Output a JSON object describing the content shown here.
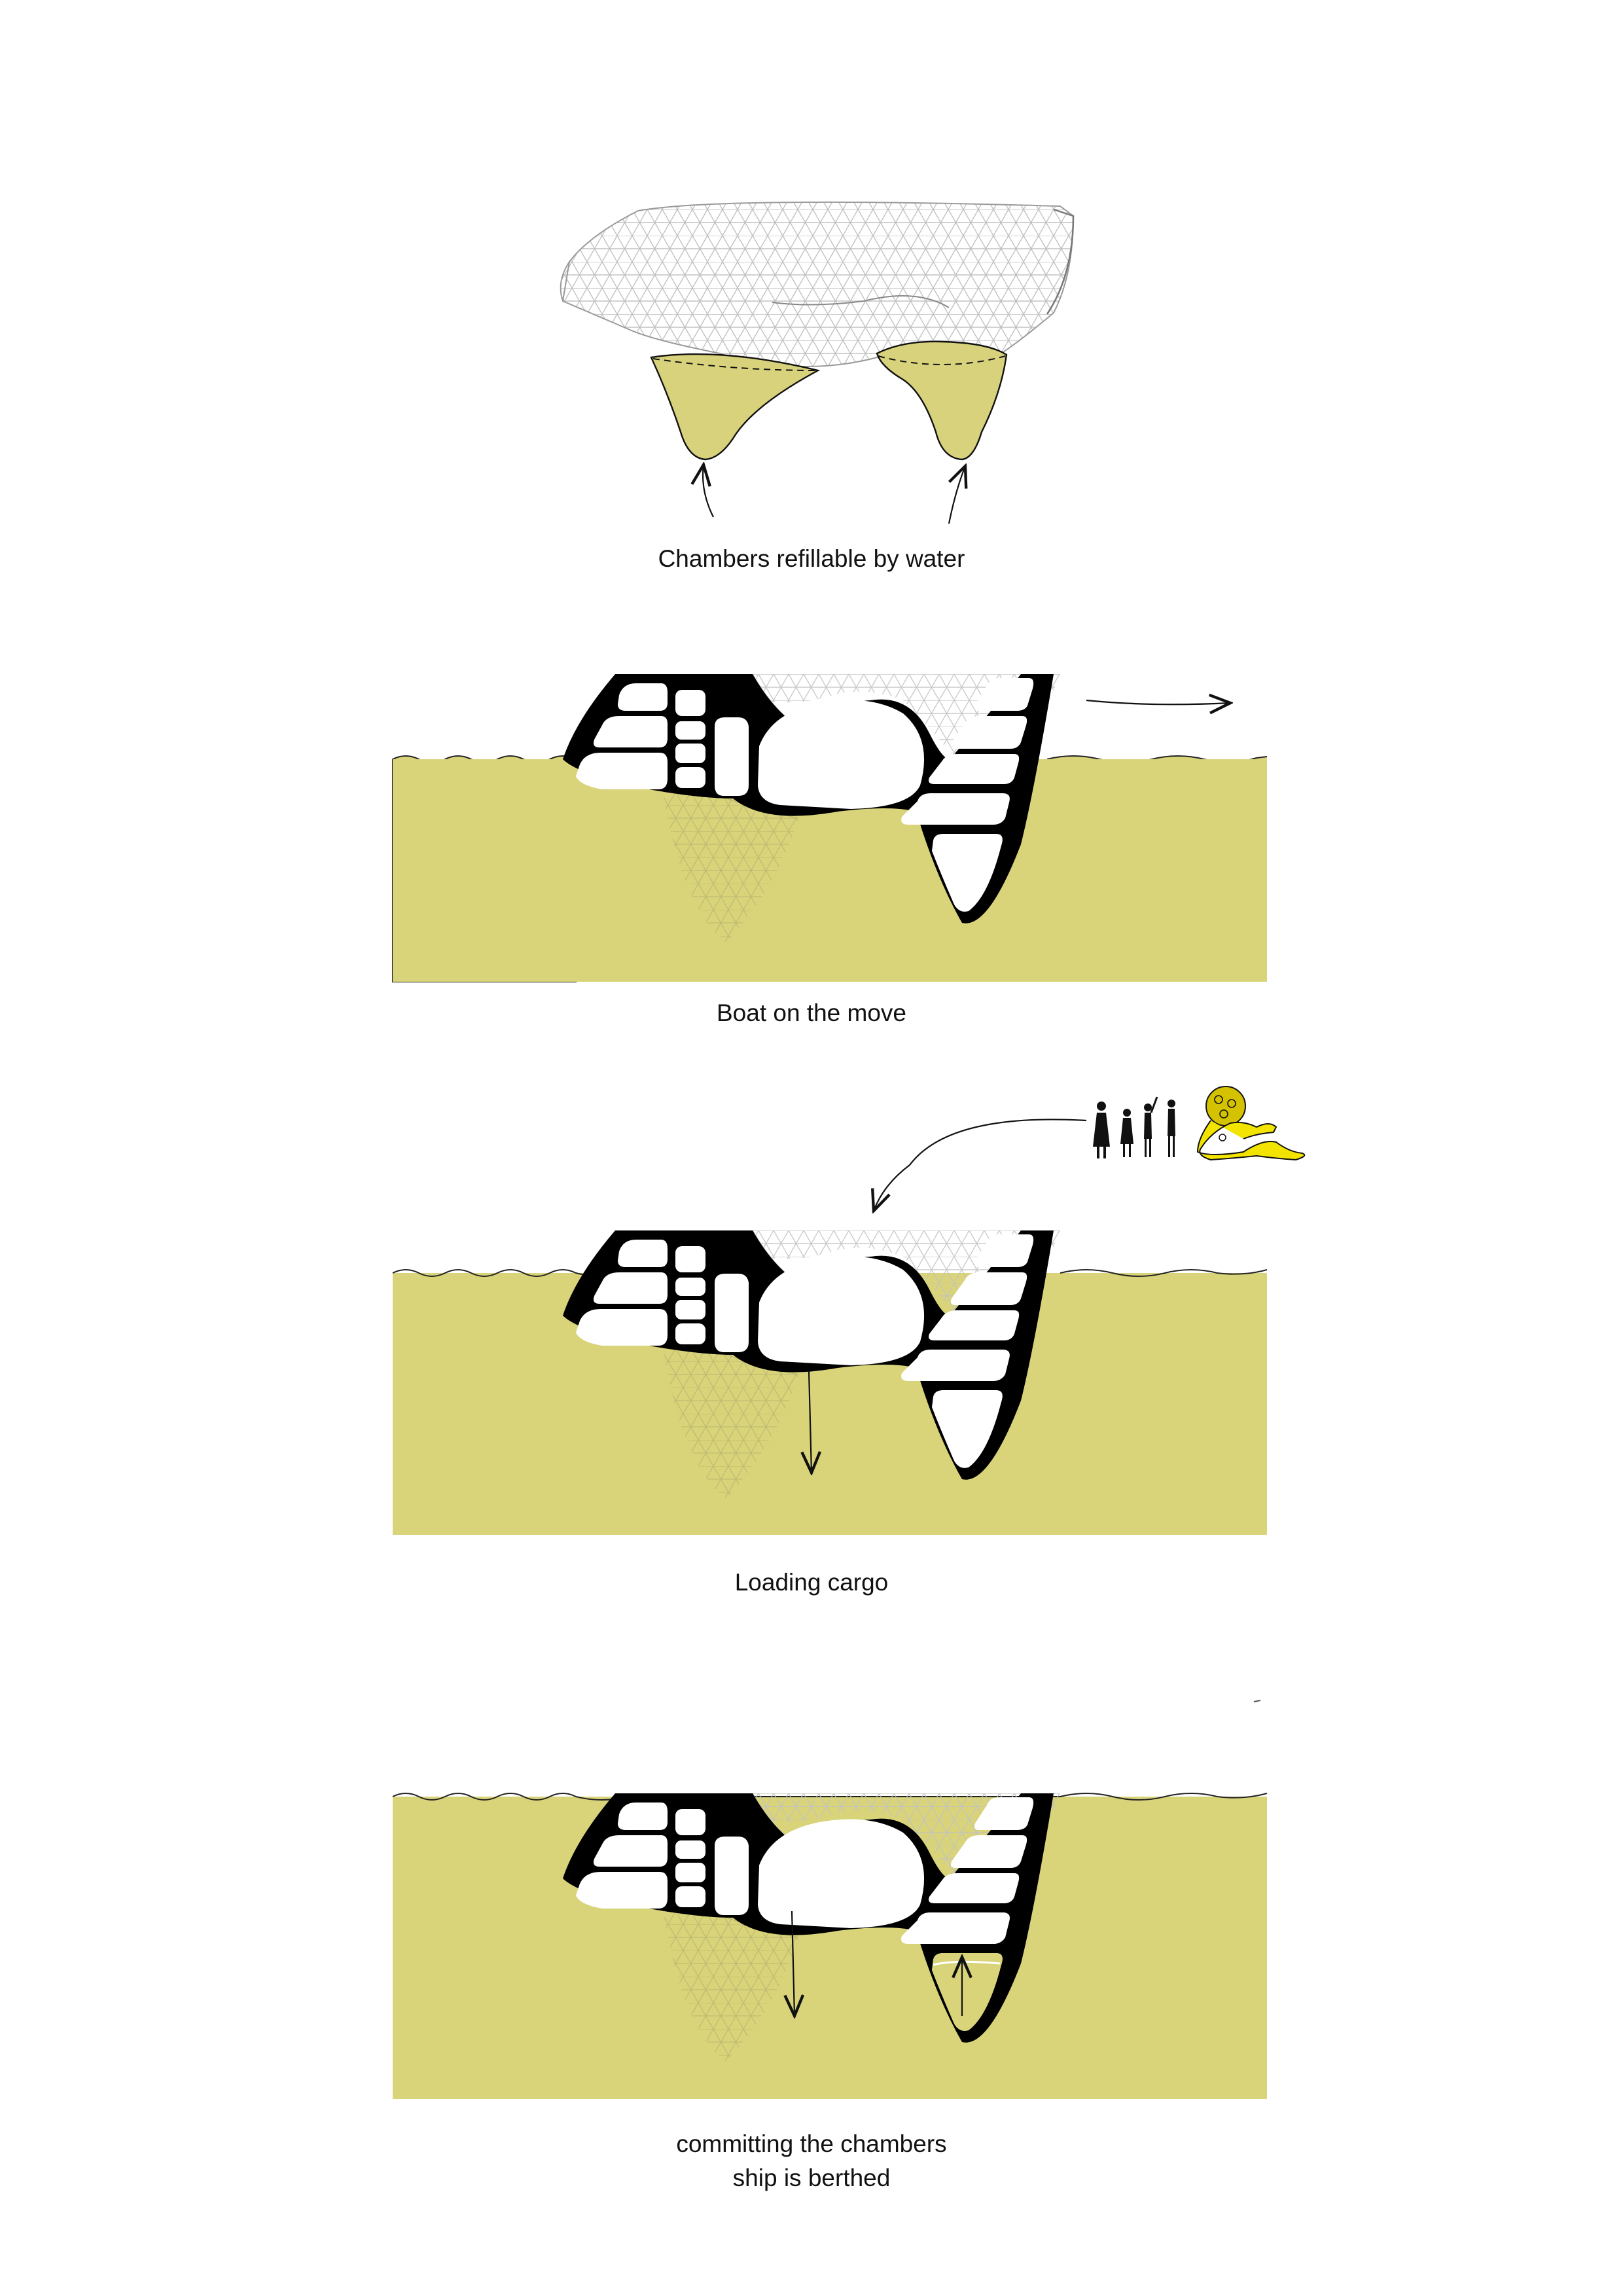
{
  "captions": {
    "step1": "Chambers refillable by water",
    "step2": "Boat on the move",
    "step3": "Loading cargo",
    "step4_line1": "committing the chambers",
    "step4_line2": "ship is berthed"
  },
  "colors": {
    "water": "#d9d47a",
    "chamber_fill": "#d7d27b",
    "hull": "#000000",
    "mesh": "#bdbdbd",
    "figure_yellow": "#f3e400",
    "background": "#ffffff"
  },
  "icons": [
    "arrow-up-icon",
    "arrow-right-icon",
    "arrow-down-icon",
    "human-figure-icon",
    "reclining-figure-icon"
  ]
}
